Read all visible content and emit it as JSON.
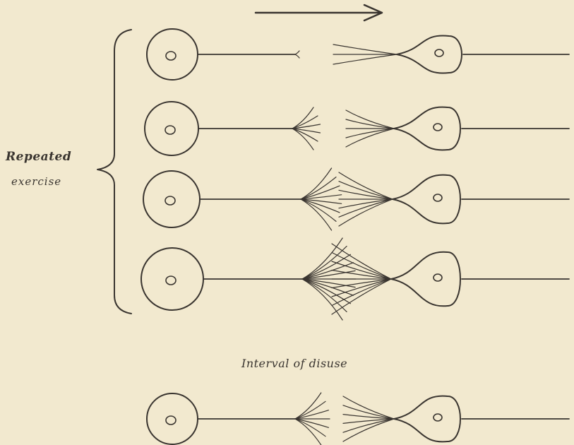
{
  "labels": {
    "repeated": "Repeated",
    "exercise": "exercise",
    "interval_of_disuse": "Interval of disuse"
  },
  "colors": {
    "background": "#f2e9cf",
    "ink": "#3a3530"
  },
  "diagram": {
    "arrow_direction": "right",
    "rows": [
      {
        "stage": "repeated-exercise-1",
        "branch_level": 0
      },
      {
        "stage": "repeated-exercise-2",
        "branch_level": 1
      },
      {
        "stage": "repeated-exercise-3",
        "branch_level": 2
      },
      {
        "stage": "repeated-exercise-4",
        "branch_level": 3
      },
      {
        "stage": "after-interval-of-disuse",
        "branch_level": 1.5
      }
    ]
  }
}
